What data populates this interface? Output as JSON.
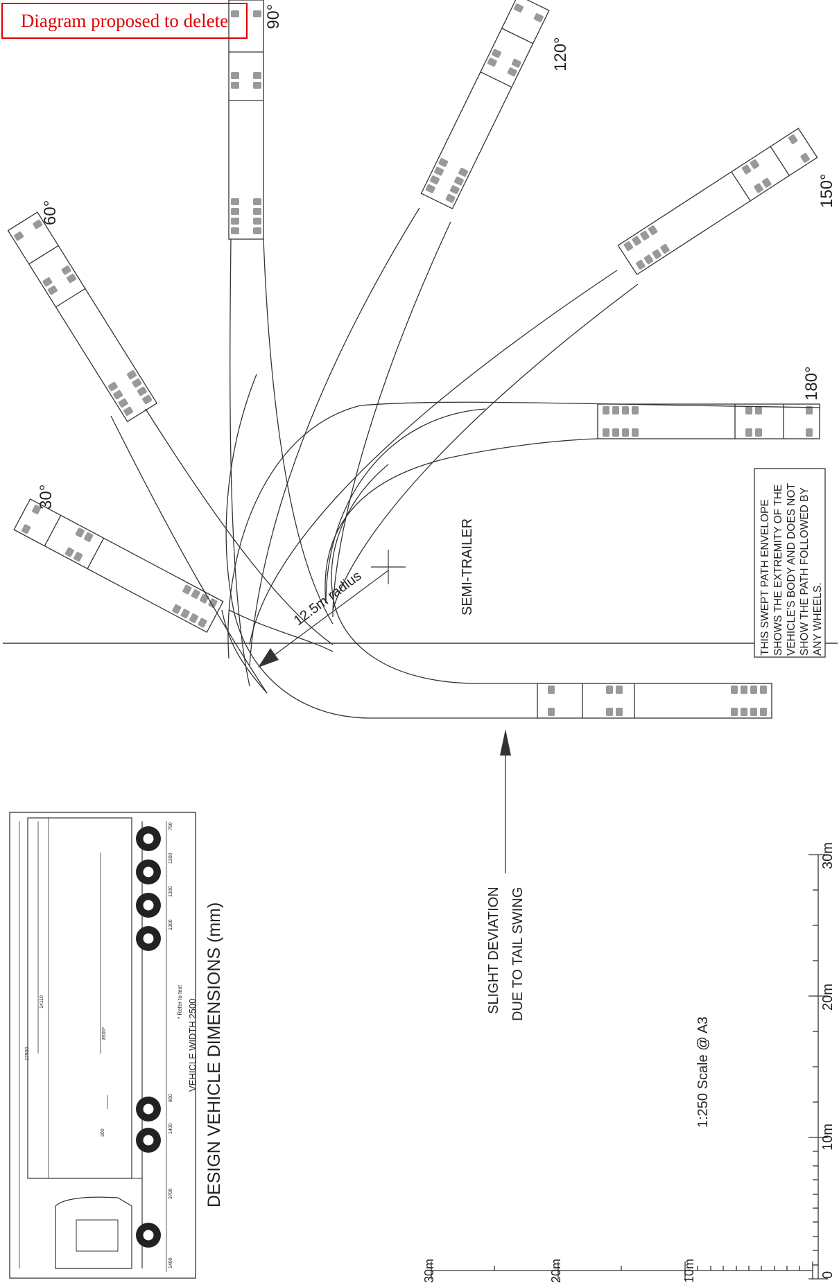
{
  "banner": "Diagram proposed to delete",
  "angles": [
    "30°",
    "60°",
    "90°",
    "120°",
    "150°",
    "180°"
  ],
  "radius_label": "12.5m radius",
  "semi_trailer_label": "SEMI-TRAILER",
  "note_lines": [
    "THIS SWEPT PATH ENVELOPE",
    "SHOWS THE EXTREMITY OF THE",
    "VEHICLE'S BODY AND DOES NOT",
    "SHOW THE PATH FOLLOWED BY",
    "ANY WHEELS."
  ],
  "deviation_lines": [
    "SLIGHT DEVIATION",
    "DUE TO TAIL SWING"
  ],
  "scale_text": "1:250 Scale @ A3",
  "scale_bar_labels": [
    "0",
    "10m",
    "20m",
    "30m"
  ],
  "scale_bar_labels_left": [
    "10m",
    "20m",
    "30m"
  ],
  "vehicle": {
    "title": "DESIGN VEHICLE DIMENSIONS (mm)",
    "width_text": "VEHICLE WIDTH 2500",
    "refer_text": "* Refer to text",
    "dims": [
      "17900",
      "14110",
      "8500*",
      "300",
      "1400",
      "3700",
      "1400",
      "800",
      "1300",
      "1300",
      "1300",
      "750"
    ]
  }
}
